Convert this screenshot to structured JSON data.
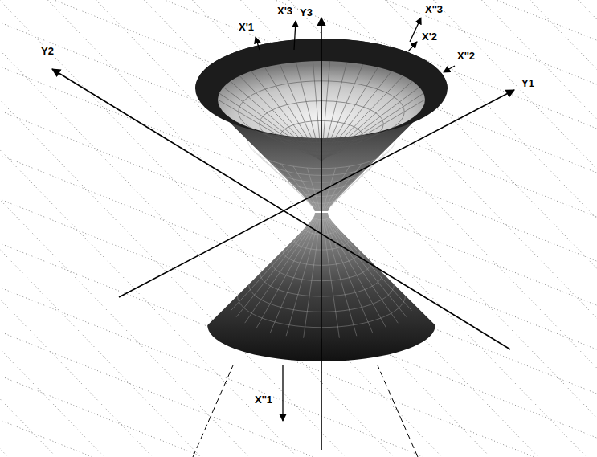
{
  "diagram": {
    "labels": [
      "X'3",
      "Y3",
      "X'1",
      "Y2",
      "X''3",
      "X'2",
      "X''2",
      "Y1",
      "X''1"
    ]
  }
}
